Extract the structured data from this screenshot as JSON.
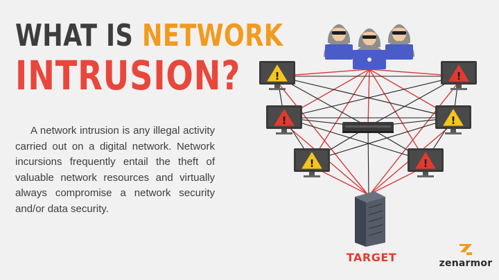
{
  "heading": {
    "line1_part1": "What is ",
    "line1_part2": "Network",
    "line2": "Intrusion?"
  },
  "description": "A network intrusion is any illegal activity carried out on a digital network. Network incursions frequently entail the theft of valuable network resources and virtually always compromise a network security and/or data security.",
  "diagram": {
    "target_label": "TARGET",
    "warning_glyph": "!",
    "monitors": [
      {
        "id": "m-left-1",
        "alert": "yellow"
      },
      {
        "id": "m-right-1",
        "alert": "red"
      },
      {
        "id": "m-left-2",
        "alert": "red"
      },
      {
        "id": "m-right-2",
        "alert": "yellow"
      },
      {
        "id": "m-left-3",
        "alert": "yellow"
      },
      {
        "id": "m-right-3",
        "alert": "red"
      }
    ],
    "hackers": 3
  },
  "brand": {
    "name": "zenarmor"
  },
  "colors": {
    "title_dark": "#3d3d3d",
    "title_orange": "#f29a1f",
    "title_red": "#e8473c",
    "attack_line": "#d63a3a",
    "network_line": "#222222",
    "warning_yellow": "#f5c51a",
    "warning_red": "#e23a2f",
    "hacker_laptop": "#4a5cc8"
  }
}
